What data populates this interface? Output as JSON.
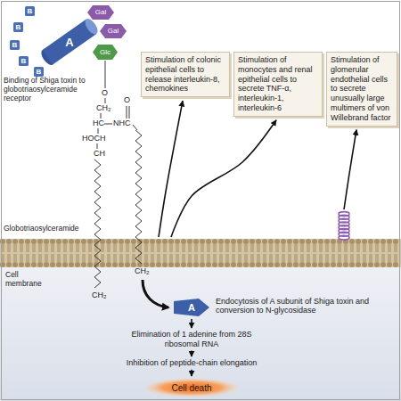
{
  "diagram": {
    "nodes": [
      {
        "text": [
          "Stimulation of colonic epithelial cells to release interleukin-8, chemokines"
        ]
      },
      {
        "text": [
          "Stimulation of monocytes and renal epithelial cells to secrete TNF-α, interleukin-1, interleukin-6"
        ]
      },
      {
        "text": [
          "Stimulation of glomerular endothelial cells to secrete unusually large multimers of von Willebrand factor"
        ]
      },
      {
        "text": [
          "A"
        ]
      },
      {
        "text": [
          "B"
        ]
      },
      {
        "text": [
          "B"
        ]
      },
      {
        "text": [
          "B"
        ]
      },
      {
        "text": [
          "B"
        ]
      },
      {
        "text": [
          "B"
        ]
      },
      {
        "text": [
          "Gal"
        ]
      },
      {
        "text": [
          "Gal"
        ]
      },
      {
        "text": [
          "Glc"
        ]
      },
      {
        "text": [
          "A"
        ]
      },
      {
        "text": [
          "Elimination of 1 adenine from 28S ribosomal RNA"
        ]
      },
      {
        "text": [
          "Inhibition of peptide-chain elongation"
        ]
      },
      {
        "text": [
          "Cell death"
        ]
      }
    ],
    "edges": [
      {
        "from": 12,
        "to": 13,
        "arrow": "to"
      },
      {
        "from": 13,
        "to": 14,
        "arrow": "to"
      },
      {
        "from": 14,
        "to": 15,
        "arrow": "to"
      }
    ],
    "labels": [
      "Binding of Shiga toxin to globotriaosylceramide receptor",
      "Globotriaosylceramide",
      "Cell membrane",
      "Endocytosis of A subunit of Shiga toxin and conversion to N-glycosidase",
      "O",
      "CH₂",
      "HC",
      "NHC",
      "O",
      "HOCH",
      "CH",
      "CH₂",
      "CH₂"
    ]
  }
}
